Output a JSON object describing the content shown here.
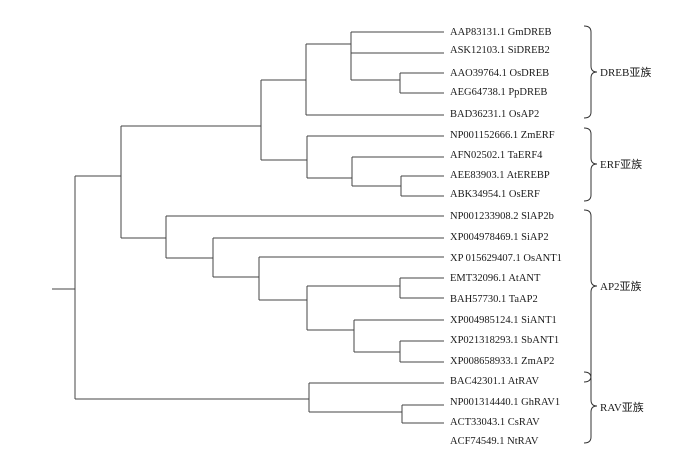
{
  "tree": {
    "leaves": [
      "AAP83131.1 GmDREB",
      "ASK12103.1 SiDREB2",
      "AAO39764.1 OsDREB",
      "AEG64738.1 PpDREB",
      "BAD36231.1 OsAP2",
      "NP001152666.1 ZmERF",
      "AFN02502.1 TaERF4",
      "AEE83903.1 AtEREBP",
      "ABK34954.1 OsERF",
      "NP001233908.2 SlAP2b",
      "XP004978469.1 SiAP2",
      "XP 015629407.1 OsANT1",
      "EMT32096.1 AtANT",
      "BAH57730.1 TaAP2",
      "XP004985124.1 SiANT1",
      "XP021318293.1 SbANT1",
      "XP008658933.1 ZmAP2",
      "BAC42301.1 AtRAV",
      "NP001314440.1 GhRAV1",
      "ACT33043.1 CsRAV",
      "ACF74549.1 NtRAV"
    ],
    "groups": [
      {
        "label": "DREB亚族",
        "first": 0,
        "last": 4
      },
      {
        "label": "ERF亚族",
        "first": 5,
        "last": 8
      },
      {
        "label": "AP2亚族",
        "first": 9,
        "last": 16
      },
      {
        "label": "RAV亚族",
        "first": 17,
        "last": 20
      }
    ]
  }
}
